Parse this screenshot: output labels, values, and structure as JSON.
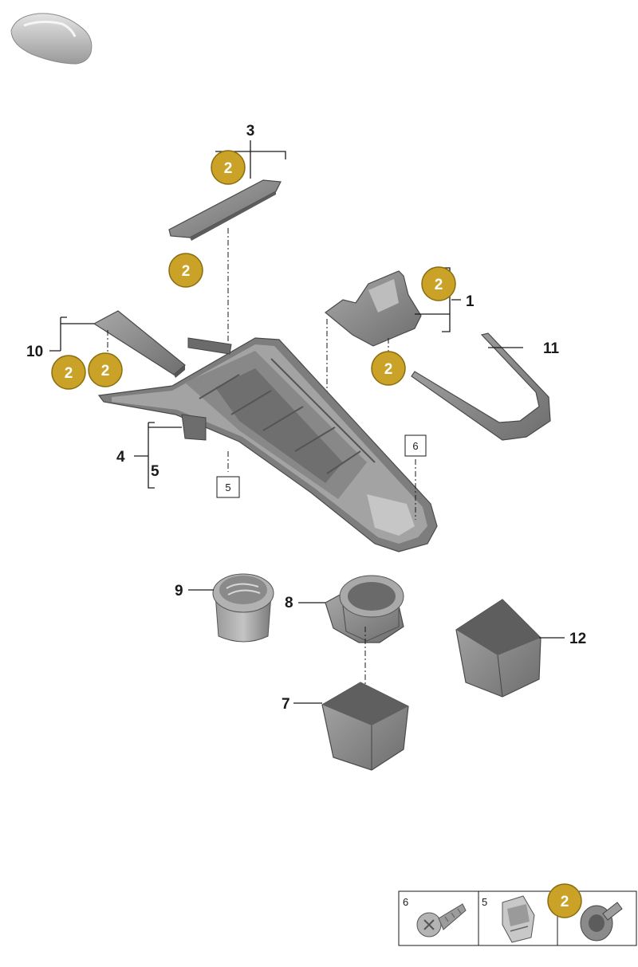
{
  "callouts": {
    "c1": "1",
    "c3": "3",
    "c4": "4",
    "c5": "5",
    "c7": "7",
    "c8": "8",
    "c9": "9",
    "c10": "10",
    "c11": "11",
    "c12": "12"
  },
  "boxed_refs": {
    "box5": "5",
    "box6": "6"
  },
  "badge_label": "2",
  "legend": {
    "cells": [
      {
        "label": "6",
        "icon": "screw-icon"
      },
      {
        "label": "5",
        "icon": "clip-icon"
      },
      {
        "label": "",
        "icon": "bolt-icon"
      }
    ],
    "badge": "2"
  },
  "colors": {
    "badge_fill": "#c9a227",
    "part_fill": "#8f8f8f",
    "line": "#1a1a1a"
  }
}
